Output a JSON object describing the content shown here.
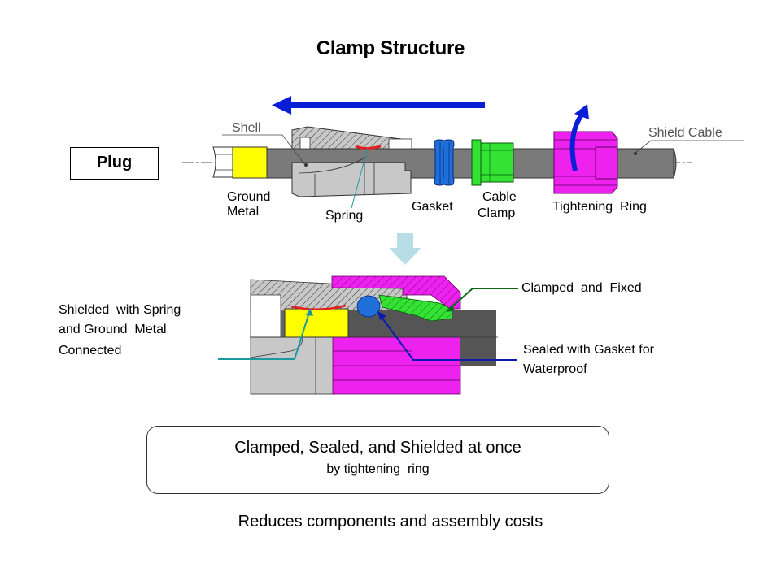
{
  "title": "Clamp Structure",
  "plug_label": "Plug",
  "exploded_view": {
    "labels": {
      "shell": "Shell",
      "shield_cable": "Shield Cable",
      "ground_metal_1": "Ground",
      "ground_metal_2": "Metal",
      "spring": "Spring",
      "gasket": "Gasket",
      "cable_clamp_1": "Cable",
      "cable_clamp_2": "Clamp",
      "tightening_ring": "Tightening  Ring"
    },
    "colors": {
      "ground_metal": "#ffff00",
      "gasket": "#1e6fd8",
      "cable_clamp": "#33e233",
      "tightening_ring": "#ee22ee",
      "spring": "#e02020",
      "arrow": "#0a1ed8",
      "cable": "#7a7a7a",
      "shell": "#c8c8c8"
    }
  },
  "section_view": {
    "callouts": {
      "clamped_fixed": "Clamped  and  Fixed",
      "sealed_1": "Sealed with Gasket for",
      "sealed_2": "Waterproof",
      "shielded_1": "Shielded  with Spring",
      "shielded_2": "and Ground  Metal",
      "shielded_3": "Connected"
    },
    "callout_colors": {
      "clamped_fixed": "#0b6a1a",
      "sealed": "#0a1ab0",
      "shielded": "#1a9aa0"
    }
  },
  "summary": {
    "main": "Clamped, Sealed, and Shielded at once",
    "sub": "by tightening  ring"
  },
  "footer": "Reduces components and assembly costs"
}
